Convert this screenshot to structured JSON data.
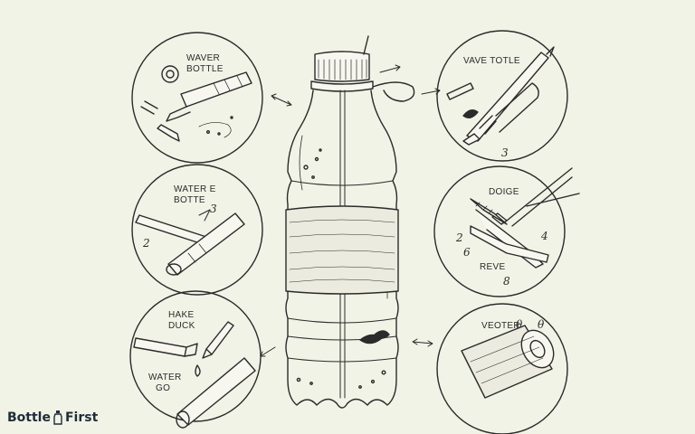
{
  "panels": {
    "top_left": {
      "title_line1": "WAVER",
      "title_line2": "BOTTLE"
    },
    "top_right": {
      "title": "VAVE TOTLE",
      "number": "3"
    },
    "mid_left": {
      "title_line1": "WATER E",
      "title_line2": "BOTTE",
      "number_a": "3",
      "number_b": "2"
    },
    "mid_right": {
      "title": "DOIGE",
      "number_a": "2",
      "number_b": "6",
      "number_c": "4",
      "caption": "REVE",
      "number_d": "8"
    },
    "bottom_left": {
      "title_line1": "HAKE",
      "title_line2": "DUCK",
      "caption_line1": "WATER",
      "caption_line2": "GO"
    },
    "bottom_right": {
      "title": "VEOTER",
      "number_a": "θ",
      "number_b": "θ"
    }
  },
  "brand": {
    "part1": "Bottle",
    "part2": "First"
  },
  "colors": {
    "background": "#f1f3e6",
    "ink": "#2b2b2b",
    "brand": "#1f2d3a"
  }
}
